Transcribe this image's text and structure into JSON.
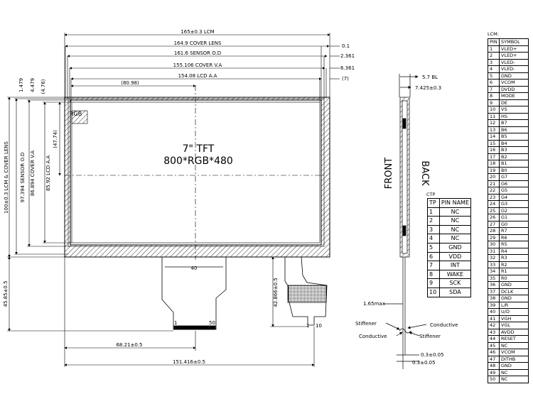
{
  "panel": {
    "title_line1": "7\" TFT",
    "title_line2": "800*RGB*480",
    "rgb_label": "RGB",
    "fpc_center_label": "40",
    "fpc_pin_first": "1",
    "fpc_pin_last": "50",
    "connector_pin_first": "1",
    "connector_pin_last": "10"
  },
  "horizontal_dims": [
    "165±0.3 LCM",
    "164.9 COVER LENS",
    "161.6 SENSOR O.D",
    "155.106 COVER V.A",
    "154.08 LCD A.A",
    "(80.98)",
    "68.21±0.5",
    "151.416±0.5"
  ],
  "right_dims": [
    "0.1",
    "2.361",
    "6.361",
    "(7)"
  ],
  "vertical_dims": [
    "100±0.3 LCM & COVER LENS",
    "97.394 SENSOR O.D",
    "86.894 COVER V.A",
    "85.92 LCD A.A",
    "(47.74)",
    "1.479",
    "4.479",
    "(4.76)",
    "45.85±0.5",
    "42.866±0.5"
  ],
  "side_view": {
    "front": "FRONT",
    "back": "BACK",
    "bl_thickness": "5.7 BL",
    "total_thickness": "7.425±0.3",
    "max_label": "1.65max",
    "stiffener1": "Stiffener",
    "conductive1": "Conductive",
    "conductive2": "Conductive",
    "stiffener2": "Stiffener",
    "fpc_thick1": "0.3±0.05",
    "fpc_thick2": "0.3±0.05"
  },
  "lcm_table": {
    "caption": "LCM:",
    "header": [
      "PIN",
      "SYMBOL"
    ],
    "rows": [
      [
        "1",
        "VLED+"
      ],
      [
        "2",
        "VLED+"
      ],
      [
        "3",
        "VLED-"
      ],
      [
        "4",
        "VLED-"
      ],
      [
        "5",
        "GND"
      ],
      [
        "6",
        "VCOM"
      ],
      [
        "7",
        "DVDD"
      ],
      [
        "8",
        "MODE"
      ],
      [
        "9",
        "DE"
      ],
      [
        "10",
        "VS"
      ],
      [
        "11",
        "HS"
      ],
      [
        "12",
        "B7"
      ],
      [
        "13",
        "B6"
      ],
      [
        "14",
        "B5"
      ],
      [
        "15",
        "B4"
      ],
      [
        "16",
        "B3"
      ],
      [
        "17",
        "B2"
      ],
      [
        "18",
        "B1"
      ],
      [
        "19",
        "B0"
      ],
      [
        "20",
        "G7"
      ],
      [
        "21",
        "G6"
      ],
      [
        "22",
        "G5"
      ],
      [
        "23",
        "G4"
      ],
      [
        "24",
        "G3"
      ],
      [
        "25",
        "G2"
      ],
      [
        "26",
        "G1"
      ],
      [
        "27",
        "G0"
      ],
      [
        "28",
        "R7"
      ],
      [
        "29",
        "R6"
      ],
      [
        "30",
        "R5"
      ],
      [
        "31",
        "R4"
      ],
      [
        "32",
        "R3"
      ],
      [
        "33",
        "R2"
      ],
      [
        "34",
        "R1"
      ],
      [
        "35",
        "R0"
      ],
      [
        "36",
        "GND"
      ],
      [
        "37",
        "DCLK"
      ],
      [
        "38",
        "GND"
      ],
      [
        "39",
        "L/R"
      ],
      [
        "40",
        "U/D"
      ],
      [
        "41",
        "VGH"
      ],
      [
        "42",
        "VGL"
      ],
      [
        "43",
        "AVDD"
      ],
      [
        "44",
        "RESET"
      ],
      [
        "45",
        "NC"
      ],
      [
        "46",
        "VCOM"
      ],
      [
        "47",
        "DITHB"
      ],
      [
        "48",
        "GND"
      ],
      [
        "49",
        "NC"
      ],
      [
        "50",
        "NC"
      ]
    ]
  },
  "ctp_table": {
    "caption": "CTP",
    "header": [
      "TP",
      "PIN NAME"
    ],
    "rows": [
      [
        "1",
        "NC"
      ],
      [
        "2",
        "NC"
      ],
      [
        "3",
        "NC"
      ],
      [
        "4",
        "NC"
      ],
      [
        "5",
        "GND"
      ],
      [
        "6",
        "VDD"
      ],
      [
        "7",
        "INT"
      ],
      [
        "8",
        "WAKE"
      ],
      [
        "9",
        "SCK"
      ],
      [
        "10",
        "SDA"
      ]
    ]
  },
  "colors": {
    "line": "#000000",
    "hatch": "#000000",
    "background": "#ffffff"
  }
}
